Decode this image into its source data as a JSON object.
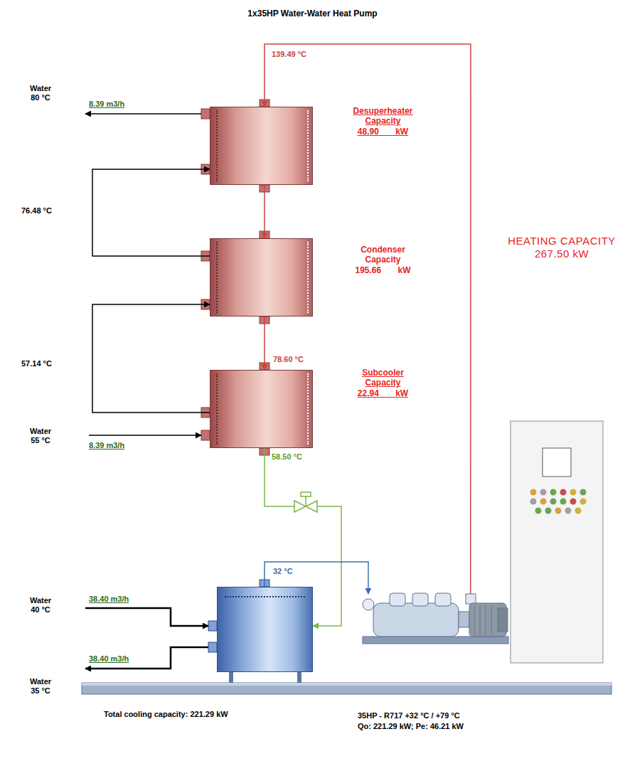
{
  "diagram": {
    "title": "1x35HP Water-Water Heat Pump",
    "nodes": [
      {
        "text": [
          "Desuperheater Capacity 48.90 kW"
        ]
      },
      {
        "text": [
          "Condenser Capacity 195.66 kW"
        ]
      },
      {
        "text": [
          "Subcooler Capacity 22.94 kW"
        ]
      },
      {
        "text": [
          "Total cooling capacity: 221.29 kW"
        ]
      },
      {
        "text": [
          "35HP - R717 +32 °C / +79 °C",
          "Qo: 221.29 kW; Pe: 46.21 kW"
        ]
      }
    ],
    "edges": [
      {
        "from": 4,
        "to": 0,
        "label": "139.49 °C",
        "arrow": "to"
      },
      {
        "from": 0,
        "to": 1,
        "arrow": "to"
      },
      {
        "from": 1,
        "to": 2,
        "label": "78.60 °C",
        "arrow": "to"
      },
      {
        "from": 2,
        "to": 3,
        "label": "58.50 °C",
        "arrow": "to"
      },
      {
        "from": 3,
        "to": 4,
        "label": "32 °C",
        "arrow": "to"
      },
      {
        "from": 2,
        "to": 1,
        "label": "57.14 °C",
        "arrow": "to"
      },
      {
        "from": 1,
        "to": 0,
        "label": "76.48 °C",
        "arrow": "to"
      }
    ],
    "labels": [
      "Water 80 °C",
      "8.39 m3/h",
      "Water 55 °C",
      "8.39 m3/h",
      "Water 40 °C",
      "38.40 m3/h",
      "Water 35 °C",
      "38.40 m3/h",
      "HEATING CAPACITY 267.50 kW"
    ]
  }
}
